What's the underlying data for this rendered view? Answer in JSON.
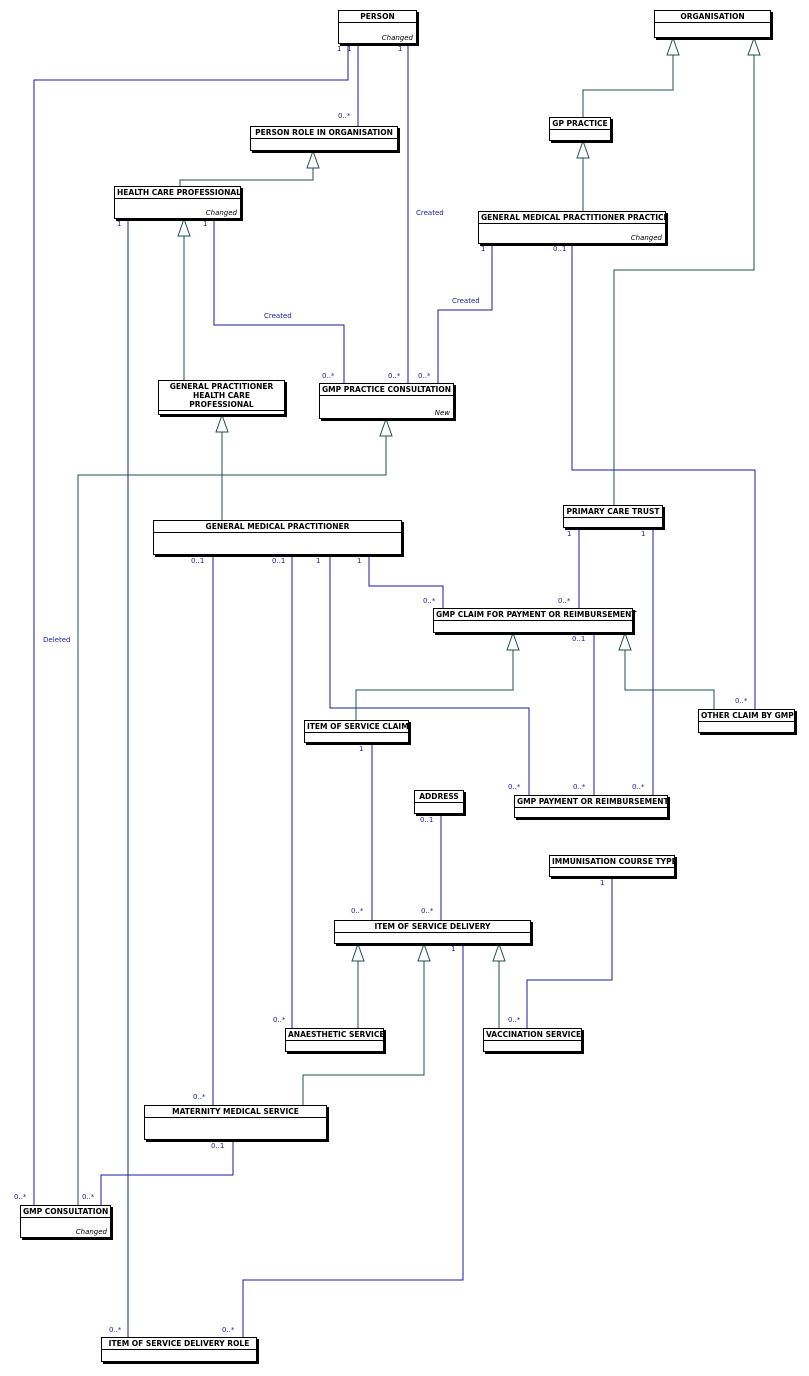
{
  "entities": {
    "person": {
      "name": "PERSON",
      "status": "Changed"
    },
    "organisation": {
      "name": "ORGANISATION",
      "status": ""
    },
    "person_role": {
      "name": "PERSON ROLE IN ORGANISATION",
      "status": ""
    },
    "gp_practice": {
      "name": "GP PRACTICE",
      "status": ""
    },
    "hcp": {
      "name": "HEALTH CARE PROFESSIONAL",
      "status": "Changed"
    },
    "gmp_practice": {
      "name": "GENERAL MEDICAL PRACTITIONER PRACTICE",
      "status": "Changed"
    },
    "gp_hcp": {
      "name": "GENERAL PRACTITIONER HEALTH CARE PROFESSIONAL",
      "status": ""
    },
    "gmp_practice_consultation": {
      "name": "GMP PRACTICE CONSULTATION",
      "status": "New"
    },
    "gmp": {
      "name": "GENERAL MEDICAL PRACTITIONER",
      "status": ""
    },
    "pct": {
      "name": "PRIMARY CARE TRUST",
      "status": ""
    },
    "gmp_claim": {
      "name": "GMP CLAIM FOR PAYMENT OR REIMBURSEMENT",
      "status": ""
    },
    "item_claim": {
      "name": "ITEM OF SERVICE CLAIM",
      "status": ""
    },
    "other_claim": {
      "name": "OTHER CLAIM BY GMP",
      "status": ""
    },
    "address": {
      "name": "ADDRESS",
      "status": ""
    },
    "gmp_payment": {
      "name": "GMP PAYMENT OR REIMBURSEMENT",
      "status": ""
    },
    "immunisation": {
      "name": "IMMUNISATION COURSE TYPE",
      "status": ""
    },
    "item_delivery": {
      "name": "ITEM OF SERVICE DELIVERY",
      "status": ""
    },
    "anaesthetic": {
      "name": "ANAESTHETIC SERVICE",
      "status": ""
    },
    "vaccination": {
      "name": "VACCINATION SERVICE",
      "status": ""
    },
    "maternity": {
      "name": "MATERNITY MEDICAL SERVICE",
      "status": ""
    },
    "gmp_consultation": {
      "name": "GMP CONSULTATION",
      "status": "Changed"
    },
    "item_delivery_role": {
      "name": "ITEM OF SERVICE DELIVERY ROLE",
      "status": ""
    }
  },
  "labels": {
    "person_1a": "1",
    "person_1b": "1",
    "person_1c": "1",
    "role_0n": "0..*",
    "hcp_1a": "1",
    "hcp_1b": "1",
    "created_1": "Created",
    "created_2": "Created",
    "created_3": "Created",
    "deleted": "Deleted",
    "gmpp_1": "1",
    "gmpp_01": "0..1",
    "gpc_0n_a": "0..*",
    "gpc_0n_b": "0..*",
    "gpc_0n_c": "0..*",
    "gmp_01a": "0..1",
    "gmp_01b": "0..1",
    "gmp_1a": "1",
    "gmp_1b": "1",
    "pct_1a": "1",
    "pct_1b": "1",
    "claim_0n_a": "0..*",
    "claim_0n_b": "0..*",
    "claim_01": "0..1",
    "other_0n": "0..*",
    "isc_1": "1",
    "pay_0n_a": "0..*",
    "pay_0n_b": "0..*",
    "pay_0n_c": "0..*",
    "addr_01": "0..1",
    "imm_1": "1",
    "isd_0n_a": "0..*",
    "isd_0n_b": "0..*",
    "isd_1": "1",
    "anaes_0n": "0..*",
    "vacc_0n": "0..*",
    "mat_0n": "0..*",
    "mat_01": "0..1",
    "gc_0n_a": "0..*",
    "gc_0n_b": "0..*",
    "role_0n_a": "0..*",
    "role_0n_b": "0..*"
  },
  "colors": {
    "relationship": "#1a1aa0",
    "generalisation": "#1f4f4f",
    "label": "#1a1aa0"
  }
}
